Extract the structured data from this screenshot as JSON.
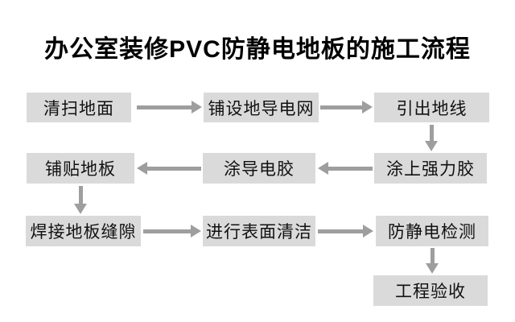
{
  "title": "办公室装修PVC防静电地板的施工流程",
  "colors": {
    "background": "#ffffff",
    "box_fill": "#dadada",
    "box_text": "#111111",
    "arrow": "#9e9e9e",
    "title_text": "#000000"
  },
  "flowchart": {
    "type": "flowchart",
    "nodes": [
      {
        "id": "n1",
        "label": "清扫地面"
      },
      {
        "id": "n2",
        "label": "铺设地导电网"
      },
      {
        "id": "n3",
        "label": "引出地线"
      },
      {
        "id": "n4",
        "label": "铺贴地板"
      },
      {
        "id": "n5",
        "label": "涂导电胶"
      },
      {
        "id": "n6",
        "label": "涂上强力胶"
      },
      {
        "id": "n7",
        "label": "焊接地板缝隙"
      },
      {
        "id": "n8",
        "label": "进行表面清洁"
      },
      {
        "id": "n9",
        "label": "防静电检测"
      },
      {
        "id": "n10",
        "label": "工程验收"
      }
    ],
    "edges": [
      {
        "from": "n1",
        "to": "n2",
        "direction": "right"
      },
      {
        "from": "n2",
        "to": "n3",
        "direction": "right"
      },
      {
        "from": "n3",
        "to": "n6",
        "direction": "down"
      },
      {
        "from": "n6",
        "to": "n5",
        "direction": "left"
      },
      {
        "from": "n5",
        "to": "n4",
        "direction": "left"
      },
      {
        "from": "n4",
        "to": "n7",
        "direction": "down"
      },
      {
        "from": "n7",
        "to": "n8",
        "direction": "right"
      },
      {
        "from": "n8",
        "to": "n9",
        "direction": "right"
      },
      {
        "from": "n9",
        "to": "n10",
        "direction": "down"
      }
    ]
  }
}
